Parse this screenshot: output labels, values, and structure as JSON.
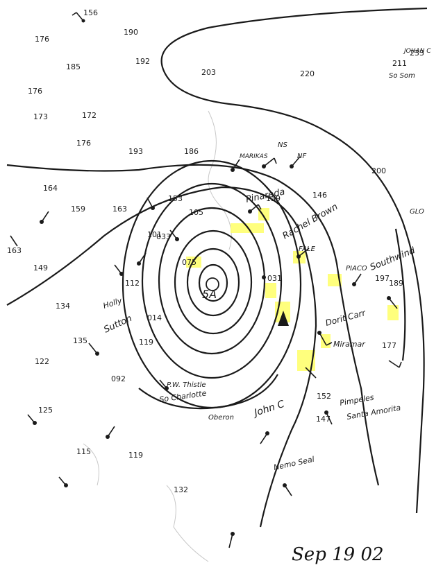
{
  "map": {
    "date_label": "Sep 19 02",
    "center_label": "5A",
    "highlight_color": "#ffff66",
    "ink_color": "#1a1a1a",
    "station_numbers": [
      "156",
      "190",
      "211",
      "233",
      "176",
      "185",
      "192",
      "203",
      "220",
      "173",
      "172",
      "176",
      "176",
      "193",
      "186",
      "163",
      "159",
      "164",
      "146",
      "139",
      "163",
      "153",
      "149",
      "112",
      "134",
      "135",
      "122",
      "125",
      "115",
      "119",
      "132",
      "105",
      "092",
      "101",
      "119",
      "197",
      "189",
      "200",
      "177",
      "152",
      "147",
      "014",
      "031",
      "033",
      "075"
    ],
    "annotations": [
      {
        "id": "pinareda",
        "text": "Pinareda"
      },
      {
        "id": "rachel-brown",
        "text": "Rachel Brown"
      },
      {
        "id": "fale",
        "text": "FALE"
      },
      {
        "id": "piaco",
        "text": "PIACO"
      },
      {
        "id": "southwind",
        "text": "Southwind"
      },
      {
        "id": "dorit-carr",
        "text": "Dorit Carr"
      },
      {
        "id": "miramar",
        "text": "Miramar"
      },
      {
        "id": "john-c",
        "text": "John C"
      },
      {
        "id": "pimpeles",
        "text": "Pimpeles"
      },
      {
        "id": "santo-amorita",
        "text": "Santa Amorita"
      },
      {
        "id": "p-w-thistle",
        "text": "P.W. Thistle"
      },
      {
        "id": "so-charlotte",
        "text": "So Charlotte"
      },
      {
        "id": "oberon",
        "text": "Oberon"
      },
      {
        "id": "holly",
        "text": "Holly"
      },
      {
        "id": "sutton",
        "text": "Sutton"
      },
      {
        "id": "marikas",
        "text": "MARIKAS"
      },
      {
        "id": "johan",
        "text": "JOHAN C"
      },
      {
        "id": "so-som",
        "text": "So Som"
      },
      {
        "id": "nemo-seal",
        "text": "Nemo Seal"
      },
      {
        "id": "ns",
        "text": "NS"
      },
      {
        "id": "nf",
        "text": "NF"
      },
      {
        "id": "glo",
        "text": "GLO"
      }
    ]
  }
}
